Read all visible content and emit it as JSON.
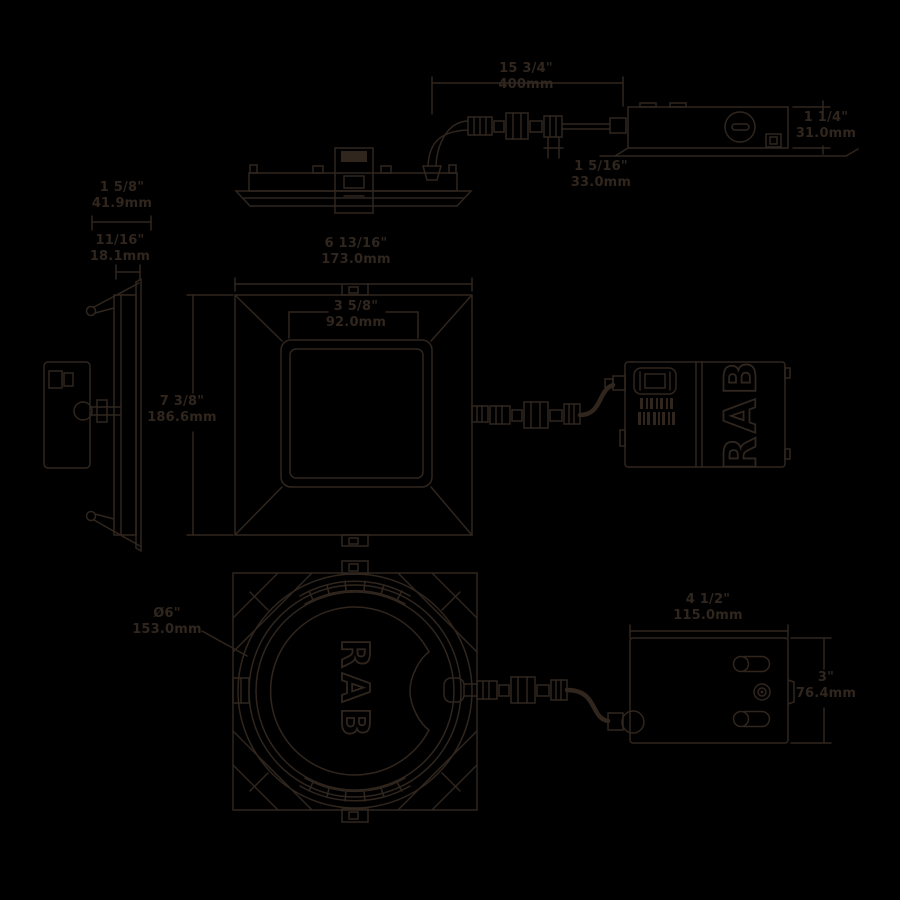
{
  "brand": "RAB",
  "colors": {
    "background": "#000000",
    "line": "#30261e"
  },
  "dimensions": {
    "cable_length": {
      "in": "15 3/4\"",
      "mm": "400mm"
    },
    "jbox_side_height": {
      "in": "1 1/4\"",
      "mm": "31.0mm"
    },
    "recess_depth": {
      "in": "1 5/16\"",
      "mm": "33.0mm"
    },
    "trim_depth": {
      "in": "1 5/8\"",
      "mm": "41.9mm"
    },
    "housing_depth": {
      "in": "11/16\"",
      "mm": "18.1mm"
    },
    "face_width": {
      "in": "6 13/16\"",
      "mm": "173.0mm"
    },
    "lens_width": {
      "in": "3 5/8\"",
      "mm": "92.0mm"
    },
    "face_height": {
      "in": "7 3/8\"",
      "mm": "186.6mm"
    },
    "cutout_diameter": {
      "in": "Ø6\"",
      "mm": "153.0mm"
    },
    "jbox_bottom_width": {
      "in": "4 1/2\"",
      "mm": "115.0mm"
    },
    "jbox_bottom_height": {
      "in": "3\"",
      "mm": "76.4mm"
    }
  }
}
